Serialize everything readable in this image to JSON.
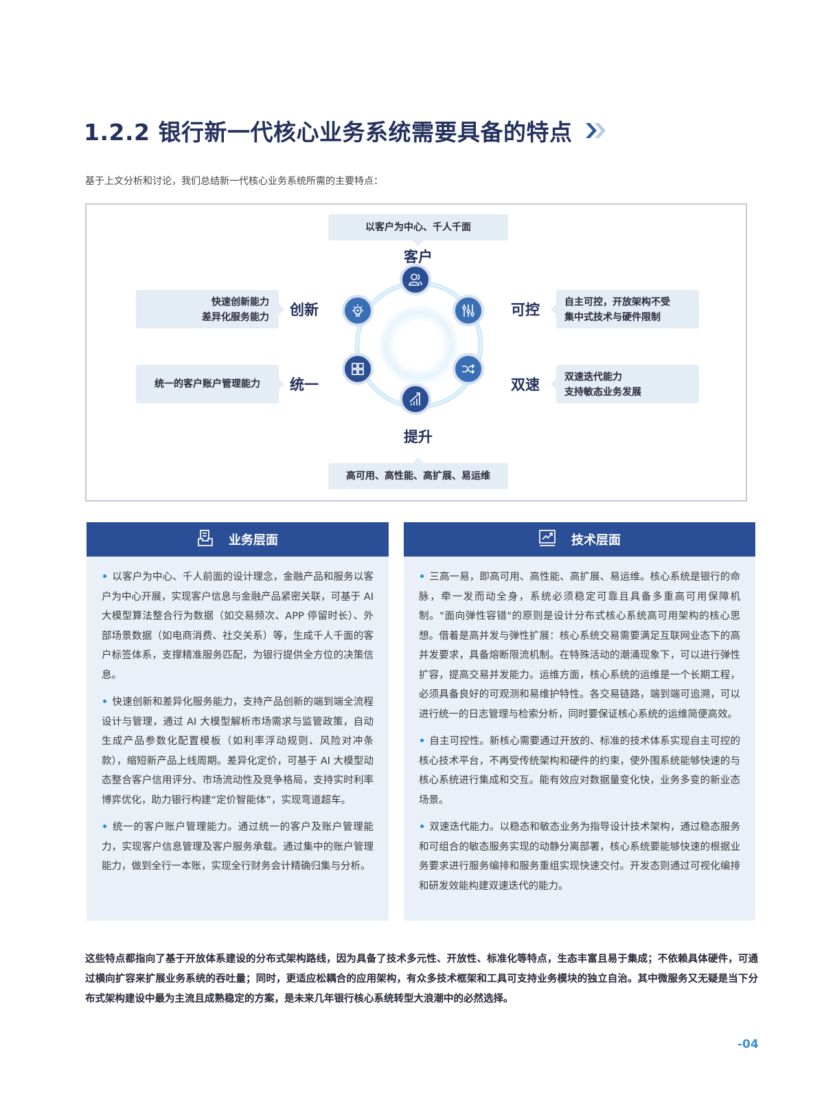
{
  "header": {
    "title": "1.2.2 银行新一代核心业务系统需要具备的特点",
    "title_icon": "double-chevron-right-icon",
    "intro": "基于上文分析和讨论，我们总结新一代核心业务系统所需的主要特点："
  },
  "diagram": {
    "nodes": [
      {
        "key": "customer",
        "label": "客户",
        "icon": "users-icon",
        "desc": [
          "以客户为中心、千人千面"
        ]
      },
      {
        "key": "controllable",
        "label": "可控",
        "icon": "sliders-icon",
        "desc": [
          "自主可控，开放架构不受",
          "集中式技术与硬件限制"
        ]
      },
      {
        "key": "dual_speed",
        "label": "双速",
        "icon": "shuffle-icon",
        "desc": [
          "双速迭代能力",
          "支持敏态业务发展"
        ]
      },
      {
        "key": "upgrade",
        "label": "提升",
        "icon": "growth-chart-icon",
        "desc": [
          "高可用、高性能、高扩展、易运维"
        ]
      },
      {
        "key": "unified",
        "label": "统一",
        "icon": "grid-icon",
        "desc": [
          "统一的客户账户管理能力"
        ]
      },
      {
        "key": "innovation",
        "label": "创新",
        "icon": "lightbulb-icon",
        "desc": [
          "快速创新能力",
          "差异化服务能力"
        ]
      }
    ],
    "colors": {
      "node_dark": "#2a4f95",
      "node_mid": "#3b6fb5",
      "ring": "#cfe9f8",
      "box": "#e4ecf6"
    }
  },
  "business": {
    "title": "业务层面",
    "icon": "document-tray-icon",
    "paragraphs": [
      "以客户为中心、千人前面的设计理念，金融产品和服务以客户为中心开展，实现客户信息与金融产品紧密关联，可基于 AI 大模型算法整合行为数据（如交易频次、APP 停留时长）、外部场景数据（如电商消费、社交关系）等，生成千人千面的客户标签体系，支撑精准服务匹配，为银行提供全方位的决策信息。",
      "快速创新和差异化服务能力，支持产品创新的端到端全流程设计与管理，通过 AI 大模型解析市场需求与监管政策，自动生成产品参数化配置模板（如利率浮动规则、风险对冲条款），缩短新产品上线周期。差异化定价，可基于 AI 大模型动态整合客户信用评分、市场流动性及竞争格局，支持实时利率博弈优化，助力银行构建“定价智能体”，实现弯道超车。",
      "统一的客户账户管理能力。通过统一的客户及账户管理能力，实现客户信息管理及客户服务承载。通过集中的账户管理能力，做到全行一本账，实现全行财务会计精确归集与分析。"
    ]
  },
  "technology": {
    "title": "技术层面",
    "icon": "trend-chart-icon",
    "paragraphs": [
      "三高一易，即高可用、高性能、高扩展、易运维。核心系统是银行的命脉，牵一发而动全身，系统必须稳定可靠且具备多重高可用保障机制。\"面向弹性容错\"的原则是设计分布式核心系统高可用架构的核心思想。借着是高并发与弹性扩展：核心系统交易需要满足互联网业态下的高并发要求，具备熔断限流机制。在特殊活动的潮涌现象下，可以进行弹性扩容，提高交易并发能力。运维方面，核心系统的运维是一个长期工程，必须具备良好的可观测和易维护特性。各交易链路，端到端可追溯，可以进行统一的日志管理与检索分析，同时要保证核心系统的运维简便高效。",
      "自主可控性。新核心需要通过开放的、标准的技术体系实现自主可控的核心技术平台，不再受传统架构和硬件的约束，使外围系统能够快速的与核心系统进行集成和交互。能有效应对数据量变化快，业务多变的新业态场景。",
      "双速迭代能力。以稳态和敏态业务为指导设计技术架构，通过稳态服务和可组合的敏态服务实现的动静分离部署，核心系统要能够快速的根据业务要求进行服务编排和服务重组实现快速交付。开发态则通过可视化编排和研发效能构建双速迭代的能力。"
    ]
  },
  "summary": "这些特点都指向了基于开放体系建设的分布式架构路线，因为具备了技术多元性、开放性、标准化等特点，生态丰富且易于集成；不依赖具体硬件，可通过横向扩容来扩展业务系统的吞吐量；同时，更适应松耦合的应用架构，有众多技术框架和工具可支持业务模块的独立自治。其中微服务又无疑是当下分布式架构建设中最为主流且成熟稳定的方案，是未来几年银行核心系统转型大浪潮中的必然选择。",
  "footer": {
    "page": "-04"
  },
  "bullet_char": "•"
}
